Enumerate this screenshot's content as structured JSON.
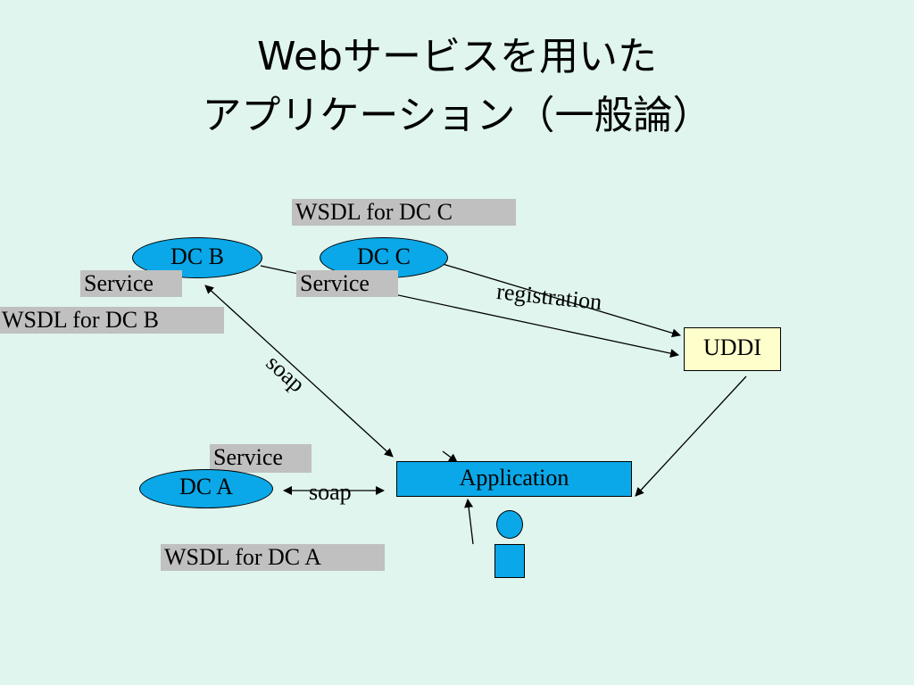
{
  "title": {
    "line1": "Webサービスを用いた",
    "line2": "アプリケーション（一般論）"
  },
  "wsdl": {
    "c": "WSDL for DC C",
    "b": "WSDL for DC B",
    "a": "WSDL for DC A"
  },
  "dc": {
    "b": "DC B",
    "c": "DC C",
    "a": "DC A"
  },
  "service": {
    "b": "Service",
    "c": "Service",
    "a": "Service"
  },
  "uddi": "UDDI",
  "application": "Application",
  "labels": {
    "registration": "registration",
    "soap_diag": "soap",
    "soap_a": "soap"
  },
  "colors": {
    "background": "#dff5ee",
    "dc_fill": "#0aa8e8",
    "uddi_fill": "#ffffcc",
    "label_fill": "#c0c0c0"
  },
  "icons": [
    "person-icon"
  ]
}
